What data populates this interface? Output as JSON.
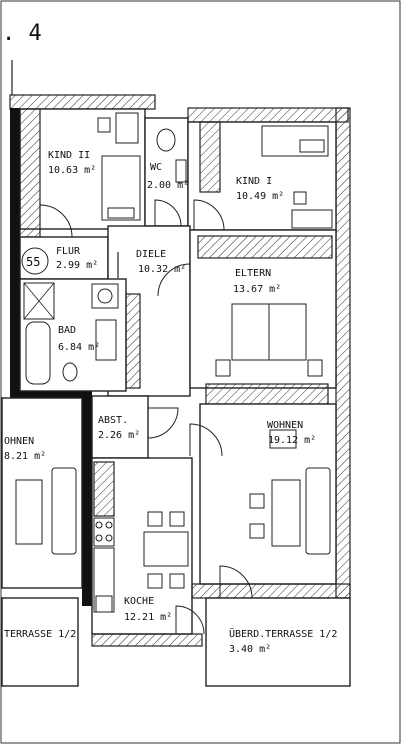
{
  "sheet": {
    "number_mark": ". 4",
    "unit_circle": "55"
  },
  "rooms": [
    {
      "id": "kind2",
      "name": "KIND II",
      "area": "10.63 m²"
    },
    {
      "id": "wc",
      "name": "WC",
      "area": "2.00 m²"
    },
    {
      "id": "kind1",
      "name": "KIND I",
      "area": "10.49 m²"
    },
    {
      "id": "flur",
      "name": "FLUR",
      "area": "2.99 m²"
    },
    {
      "id": "diele",
      "name": "DIELE",
      "area": "10.32 m²"
    },
    {
      "id": "eltern",
      "name": "ELTERN",
      "area": "13.67 m²"
    },
    {
      "id": "bad",
      "name": "BAD",
      "area": "6.84 m²"
    },
    {
      "id": "abst",
      "name": "ABST.",
      "area": "2.26 m²"
    },
    {
      "id": "wohnen",
      "name": "WOHNEN",
      "area": "19.12 m²"
    },
    {
      "id": "wohnen_left",
      "name": "OHNEN",
      "area": "8.21 m²"
    },
    {
      "id": "koche",
      "name": "KOCHE",
      "area": "12.21 m²"
    },
    {
      "id": "terrasse_left",
      "name": "TERRASSE 1/2",
      "area": ""
    },
    {
      "id": "terrasse_right",
      "name": "ÜBERD.TERRASSE 1/2",
      "area": "3.40 m²"
    }
  ]
}
